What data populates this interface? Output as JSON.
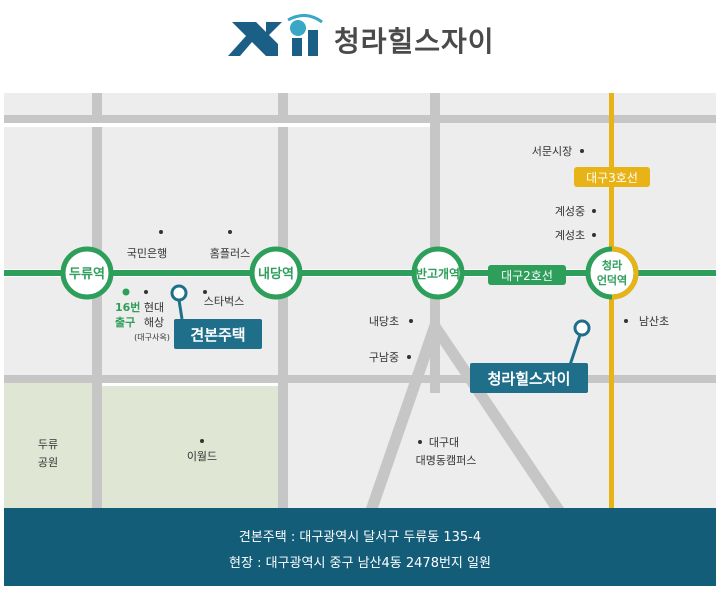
{
  "header": {
    "brand_name": "청라힐스자이",
    "logo_text": "Xii"
  },
  "map": {
    "stations": {
      "duryu": "두류역",
      "naedang": "내당역",
      "bango_top": "반고개역",
      "cheongna_top": "청라",
      "cheongna_bottom": "언덕역"
    },
    "lines": {
      "line2": "대구2호선",
      "line3": "대구3호선"
    },
    "exit": {
      "line1": "16번",
      "line2": "출구"
    },
    "poi": {
      "gukmin_bank": "국민은행",
      "homeplus": "홈플러스",
      "hyundai_1": "현대",
      "hyundai_2": "해상",
      "hyundai_3": "(대구사옥)",
      "starbucks": "스타벅스",
      "seomun_market": "서문시장",
      "gyeseong_middle": "계성중",
      "gyeseong_elem": "계성초",
      "naedang_elem": "내당초",
      "gunam_middle": "구남중",
      "namsan_elem": "남산초",
      "daegu_univ_1": "대구대",
      "daegu_univ_2": "대명동캠퍼스",
      "emart": "이월드",
      "duryu_park_1": "두류",
      "duryu_park_2": "공원"
    },
    "callouts": {
      "gyeonbon": "견본주택",
      "site": "청라힐스자이"
    },
    "colors": {
      "line2_green": "#2e9e5b",
      "line3_yellow": "#e8b317",
      "callout_blue": "#1f6f8b",
      "road_white": "#ffffff",
      "road_gray": "#c6c6c6",
      "park_green": "#dfe6d3",
      "footer_bg": "#135d79"
    }
  },
  "footer": {
    "line1": "견본주택 : 대구광역시 달서구 두류동 135-4",
    "line2": "현장 : 대구광역시 중구 남산4동 2478번지 일원"
  }
}
